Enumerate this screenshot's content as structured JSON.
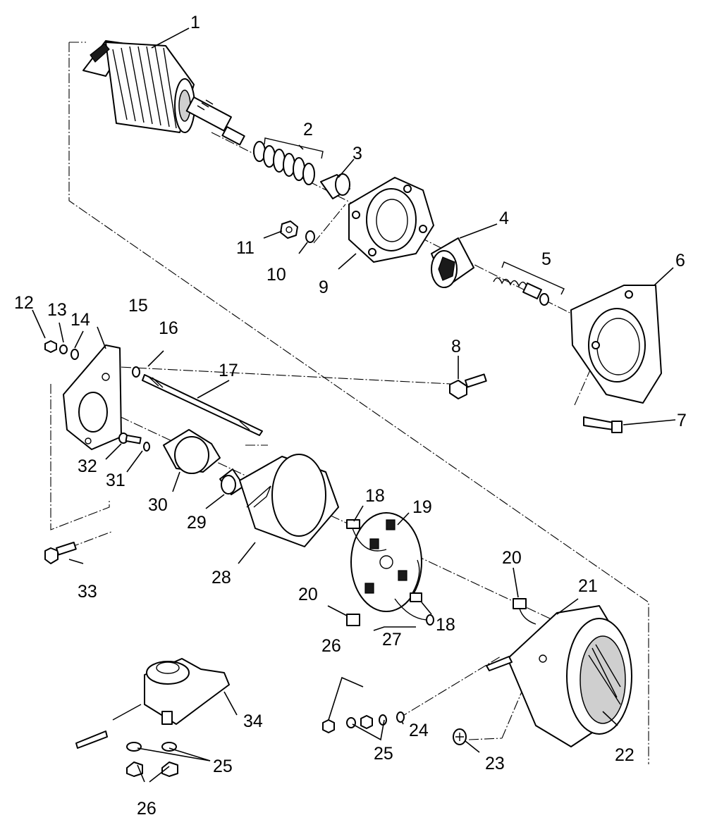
{
  "callouts": [
    {
      "key": "1",
      "label": "1"
    },
    {
      "key": "2",
      "label": "2"
    },
    {
      "key": "3",
      "label": "3"
    },
    {
      "key": "4",
      "label": "4"
    },
    {
      "key": "5",
      "label": "5"
    },
    {
      "key": "6",
      "label": "6"
    },
    {
      "key": "7",
      "label": "7"
    },
    {
      "key": "8",
      "label": "8"
    },
    {
      "key": "9",
      "label": "9"
    },
    {
      "key": "10",
      "label": "10"
    },
    {
      "key": "11",
      "label": "11"
    },
    {
      "key": "12",
      "label": "12"
    },
    {
      "key": "13",
      "label": "13"
    },
    {
      "key": "14",
      "label": "14"
    },
    {
      "key": "15",
      "label": "15"
    },
    {
      "key": "16",
      "label": "16"
    },
    {
      "key": "17",
      "label": "17"
    },
    {
      "key": "18a",
      "label": "18"
    },
    {
      "key": "18b",
      "label": "18"
    },
    {
      "key": "19",
      "label": "19"
    },
    {
      "key": "20a",
      "label": "20"
    },
    {
      "key": "20b",
      "label": "20"
    },
    {
      "key": "21",
      "label": "21"
    },
    {
      "key": "22",
      "label": "22"
    },
    {
      "key": "23",
      "label": "23"
    },
    {
      "key": "24",
      "label": "24"
    },
    {
      "key": "25a",
      "label": "25"
    },
    {
      "key": "25b",
      "label": "25"
    },
    {
      "key": "26a",
      "label": "26"
    },
    {
      "key": "26b",
      "label": "26"
    },
    {
      "key": "27",
      "label": "27"
    },
    {
      "key": "28",
      "label": "28"
    },
    {
      "key": "29",
      "label": "29"
    },
    {
      "key": "30",
      "label": "30"
    },
    {
      "key": "31",
      "label": "31"
    },
    {
      "key": "32",
      "label": "32"
    },
    {
      "key": "33",
      "label": "33"
    },
    {
      "key": "34",
      "label": "34"
    }
  ]
}
